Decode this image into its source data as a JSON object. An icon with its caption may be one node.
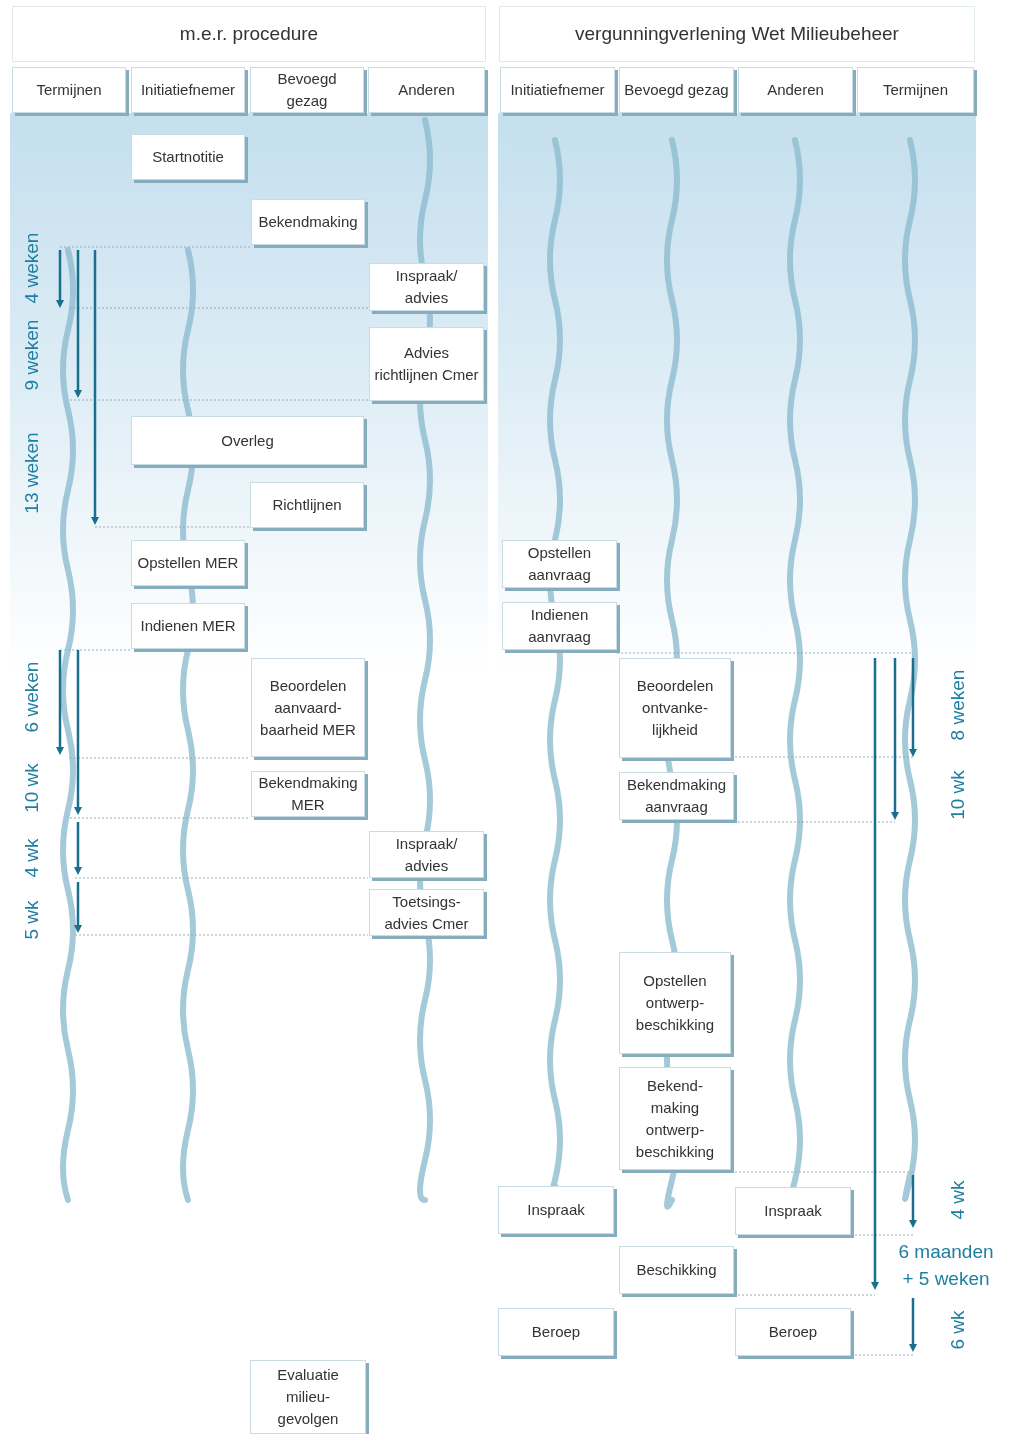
{
  "diagram": {
    "nodes": [
      {
        "text": [
          "m.e.r. procedure"
        ]
      },
      {
        "text": [
          "Termijnen"
        ]
      },
      {
        "text": [
          "Initiatiefnemer"
        ]
      },
      {
        "text": [
          "Bevoegd gezag"
        ]
      },
      {
        "text": [
          "Anderen"
        ]
      },
      {
        "text": [
          "vergunningverlening Wet Milieubeheer"
        ]
      },
      {
        "text": [
          "Initiatiefnemer"
        ]
      },
      {
        "text": [
          "Bevoegd gezag"
        ]
      },
      {
        "text": [
          "Anderen"
        ]
      },
      {
        "text": [
          "Termijnen"
        ]
      },
      {
        "text": [
          "Startnotitie"
        ]
      },
      {
        "text": [
          "Bekendmaking"
        ]
      },
      {
        "text": [
          "Inspraak/ advies"
        ]
      },
      {
        "text": [
          "Advies richtlijnen Cmer"
        ]
      },
      {
        "text": [
          "Overleg"
        ]
      },
      {
        "text": [
          "Richtlijnen"
        ]
      },
      {
        "text": [
          "Opstellen MER"
        ]
      },
      {
        "text": [
          "Indienen MER"
        ]
      },
      {
        "text": [
          "Beoordelen aanvaard- baarheid MER"
        ]
      },
      {
        "text": [
          "Bekendmaking MER"
        ]
      },
      {
        "text": [
          "Inspraak/ advies"
        ]
      },
      {
        "text": [
          "Toetsings- advies Cmer"
        ]
      },
      {
        "text": [
          "Evaluatie milieu- gevolgen"
        ]
      },
      {
        "text": [
          "Opstellen aanvraag"
        ]
      },
      {
        "text": [
          "Indienen aanvraag"
        ]
      },
      {
        "text": [
          "Beoordelen ontvanke- lijkheid"
        ]
      },
      {
        "text": [
          "Bekendmaking aanvraag"
        ]
      },
      {
        "text": [
          "Opstellen ontwerp- beschikking"
        ]
      },
      {
        "text": [
          "Bekend- making ontwerp- beschikking"
        ]
      },
      {
        "text": [
          "Inspraak"
        ]
      },
      {
        "text": [
          "Inspraak"
        ]
      },
      {
        "text": [
          "Beschikking"
        ]
      },
      {
        "text": [
          "Beroep"
        ]
      },
      {
        "text": [
          "Beroep"
        ]
      }
    ],
    "edges": [],
    "labels": [
      "4 weken",
      "9 weken",
      "13 weken",
      "6 weken",
      "10 wk",
      "4 wk",
      "5 wk",
      "8 weken",
      "10 wk",
      "4 wk",
      "6 maanden + 5 weken",
      "6 wk"
    ]
  }
}
